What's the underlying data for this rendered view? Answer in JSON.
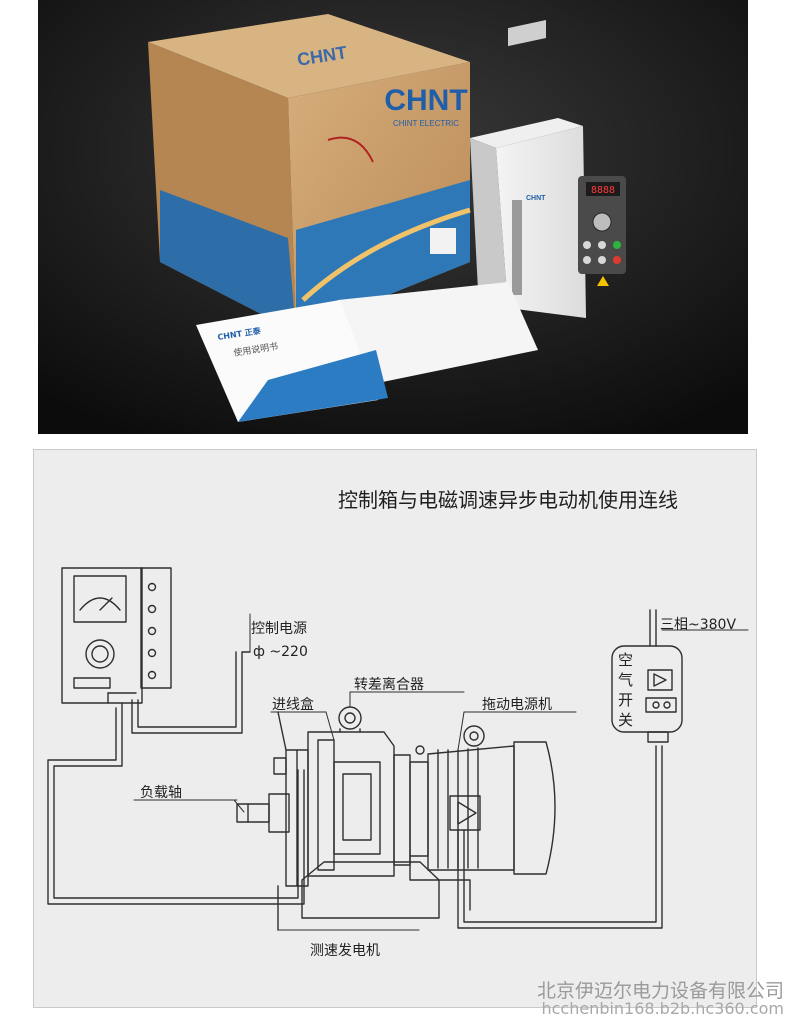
{
  "photo": {
    "box_logo": "CHNT",
    "box_brand": "CHINT ELECTRIC",
    "inverter_logo": "CHNT",
    "manual_logo": "CHNT 正泰",
    "manual_title": "使用说明书"
  },
  "diagram": {
    "title": "控制箱与电磁调速异步电动机使用连线",
    "labels": {
      "control_power": "控制电源",
      "voltage_220": "ф ~220",
      "three_phase": "三相~380V",
      "slip_clutch": "转差离合器",
      "junction_box": "进线盒",
      "drive_motor": "拖动电源机",
      "load_shaft": "负载轴",
      "tacho_generator": "测速发电机",
      "air_switch": "空气开关"
    }
  },
  "footer": {
    "company": "北京伊迈尔电力设备有限公司",
    "watermark": "hcchenbin168.b2b.hc360.com"
  }
}
